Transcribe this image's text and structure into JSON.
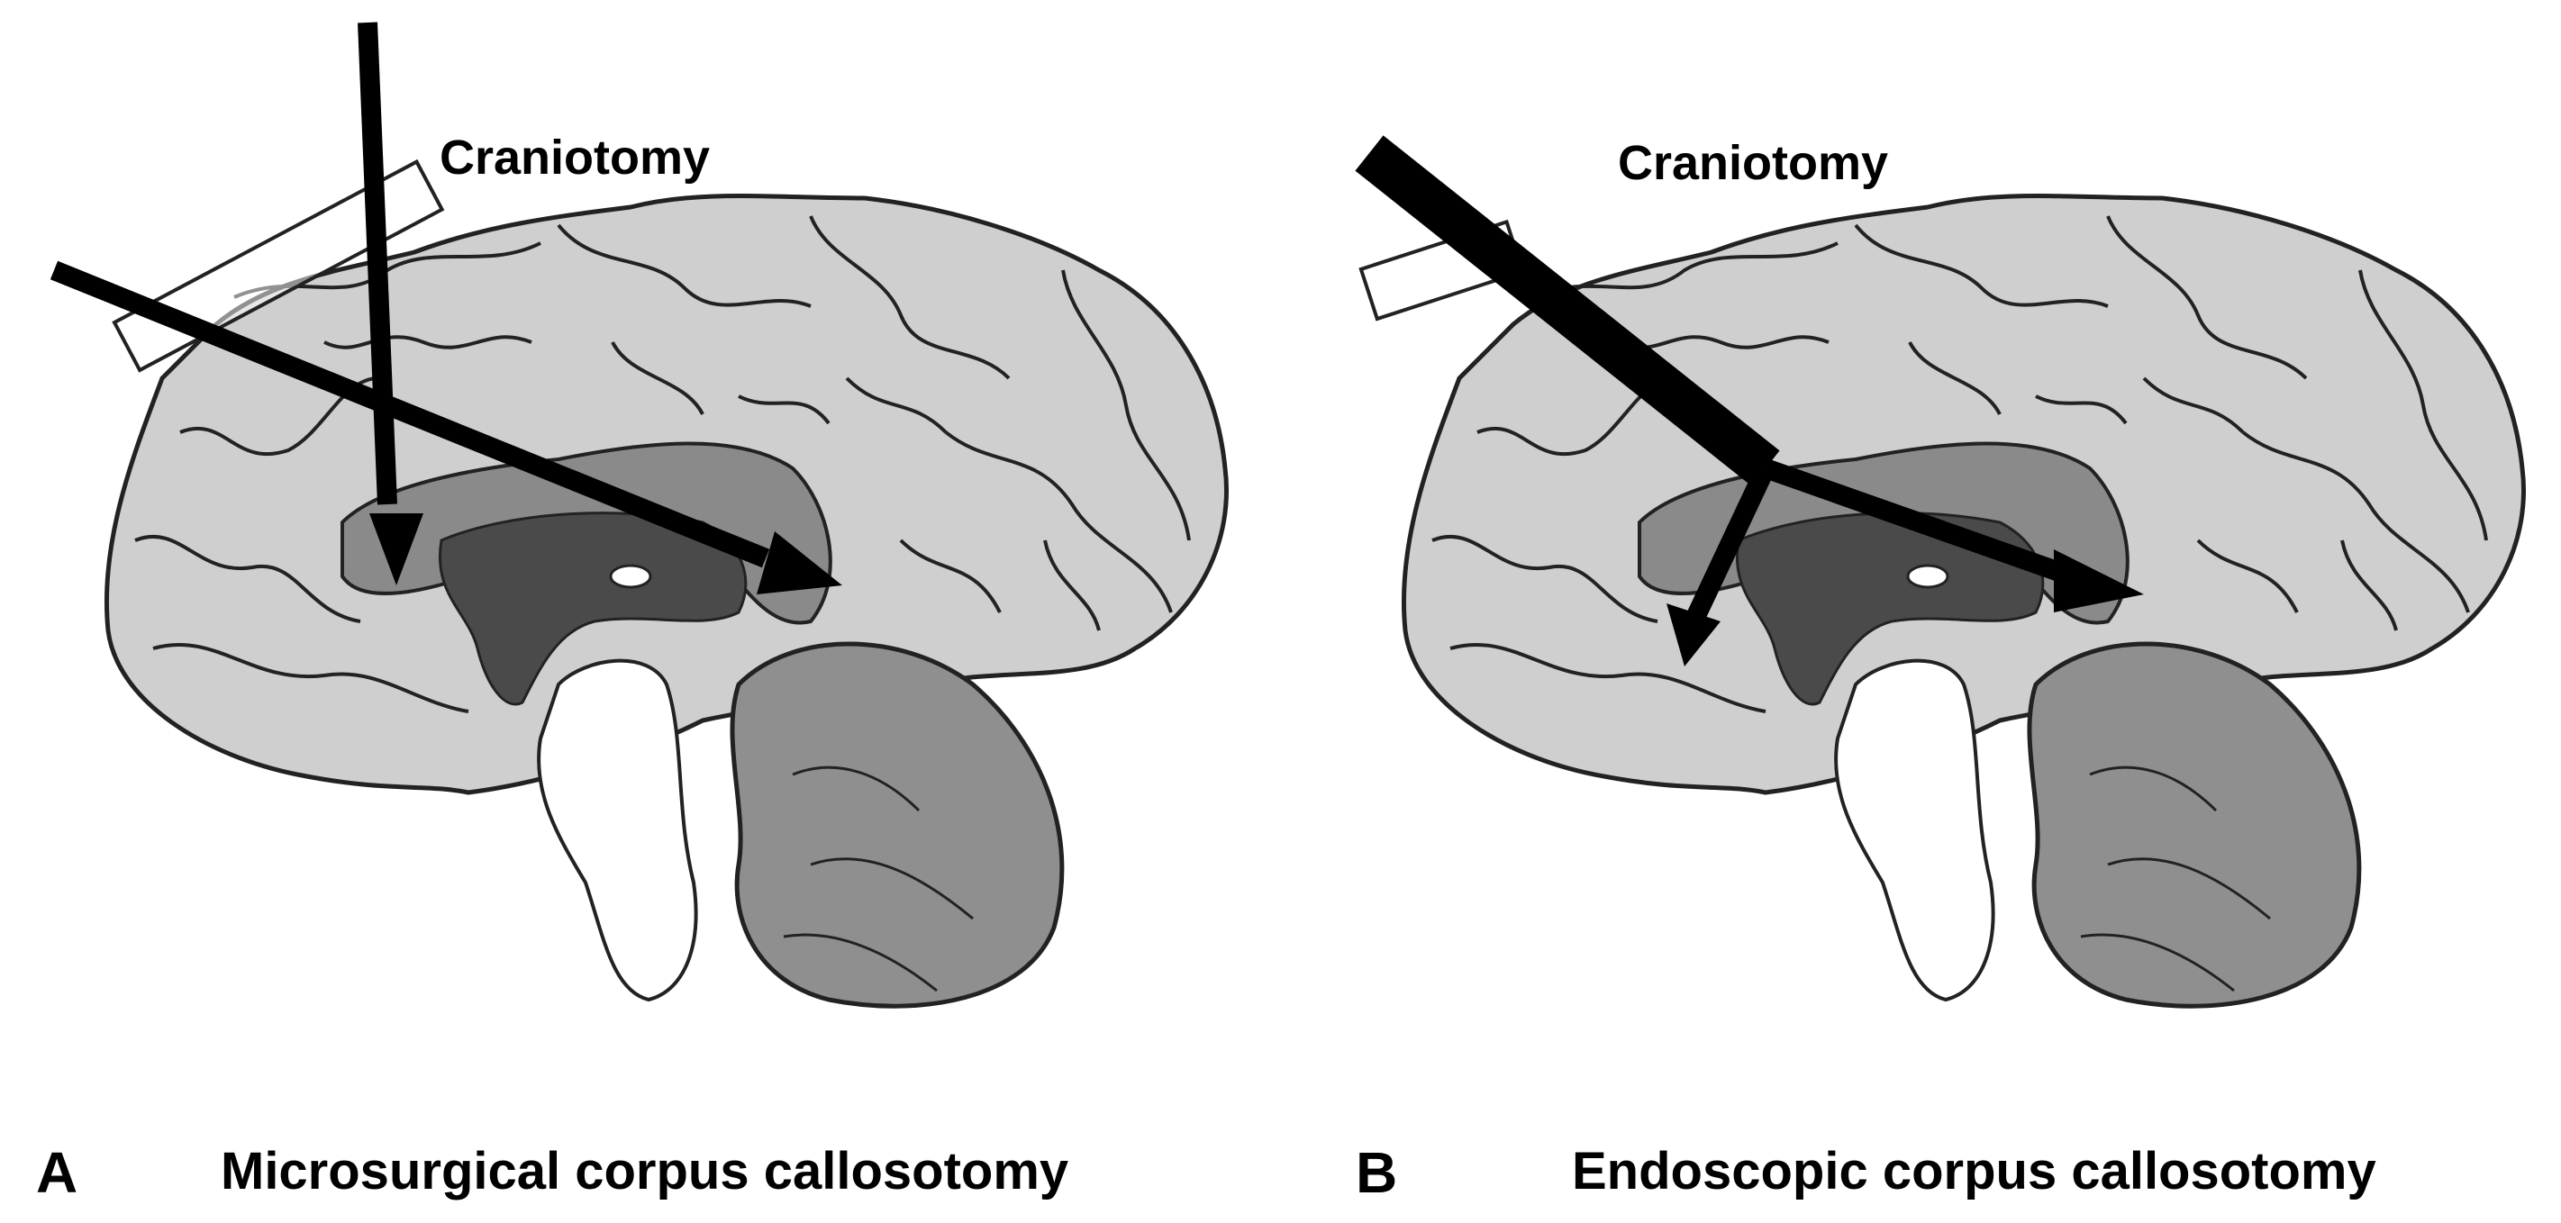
{
  "panels": [
    {
      "id": "A",
      "letter": "A",
      "caption": "Microsurgical corpus callosotomy",
      "craniotomy_label": "Craniotomy"
    },
    {
      "id": "B",
      "letter": "B",
      "caption": "Endoscopic corpus callosotomy",
      "craniotomy_label": "Craniotomy"
    }
  ],
  "colors": {
    "brain_fill": "#cfcfcf",
    "outline": "#222222",
    "corpus_callosum": "#8a8a8a",
    "ventricle": "#4a4a4a",
    "cerebellum": "#8f8f8f",
    "brainstem": "#ffffff",
    "instrument": "#000000"
  }
}
